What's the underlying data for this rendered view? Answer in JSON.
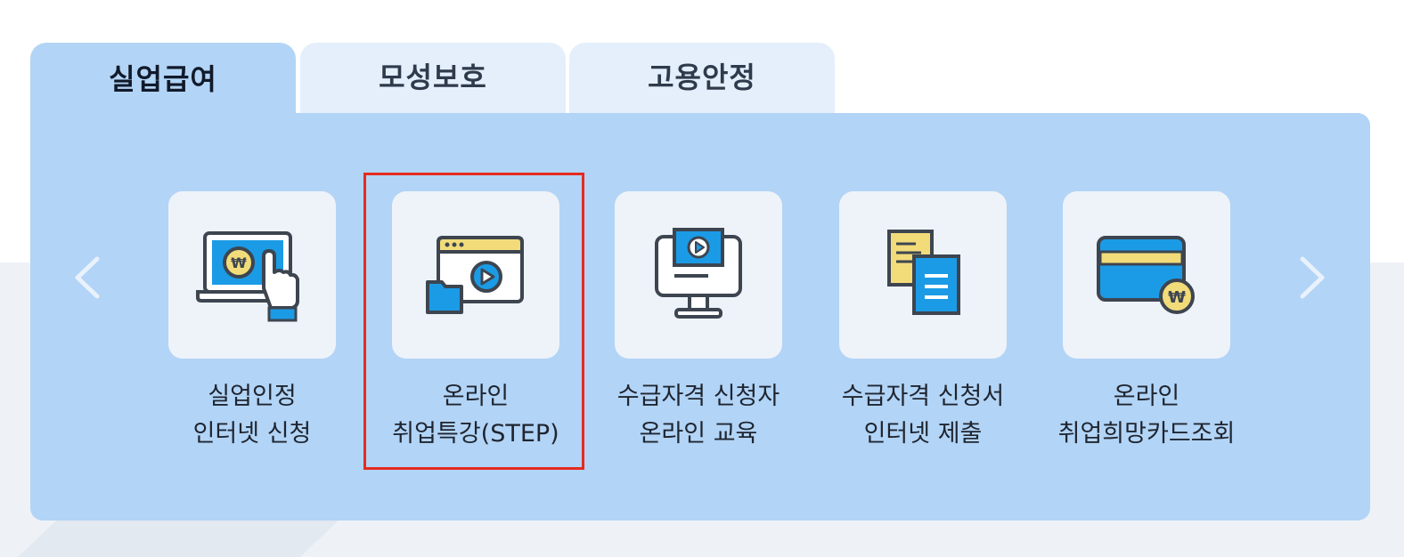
{
  "tabs": [
    {
      "label": "실업급여",
      "active": true
    },
    {
      "label": "모성보호",
      "active": false
    },
    {
      "label": "고용안정",
      "active": false
    }
  ],
  "items": [
    {
      "line1": "실업인정",
      "line2": "인터넷 신청",
      "icon": "laptop-touch-won-icon"
    },
    {
      "line1": "온라인",
      "line2": "취업특강(STEP)",
      "icon": "browser-video-folder-icon"
    },
    {
      "line1": "수급자격 신청자",
      "line2": "온라인 교육",
      "icon": "monitor-video-icon"
    },
    {
      "line1": "수급자격 신청서",
      "line2": "인터넷 제출",
      "icon": "documents-icon"
    },
    {
      "line1": "온라인",
      "line2": "취업희망카드조회",
      "icon": "card-won-icon"
    }
  ],
  "colors": {
    "panel": "#b2d4f6",
    "tab_inactive": "#e4effb",
    "highlight": "#e52b20",
    "icon_blue": "#1b9be6"
  }
}
